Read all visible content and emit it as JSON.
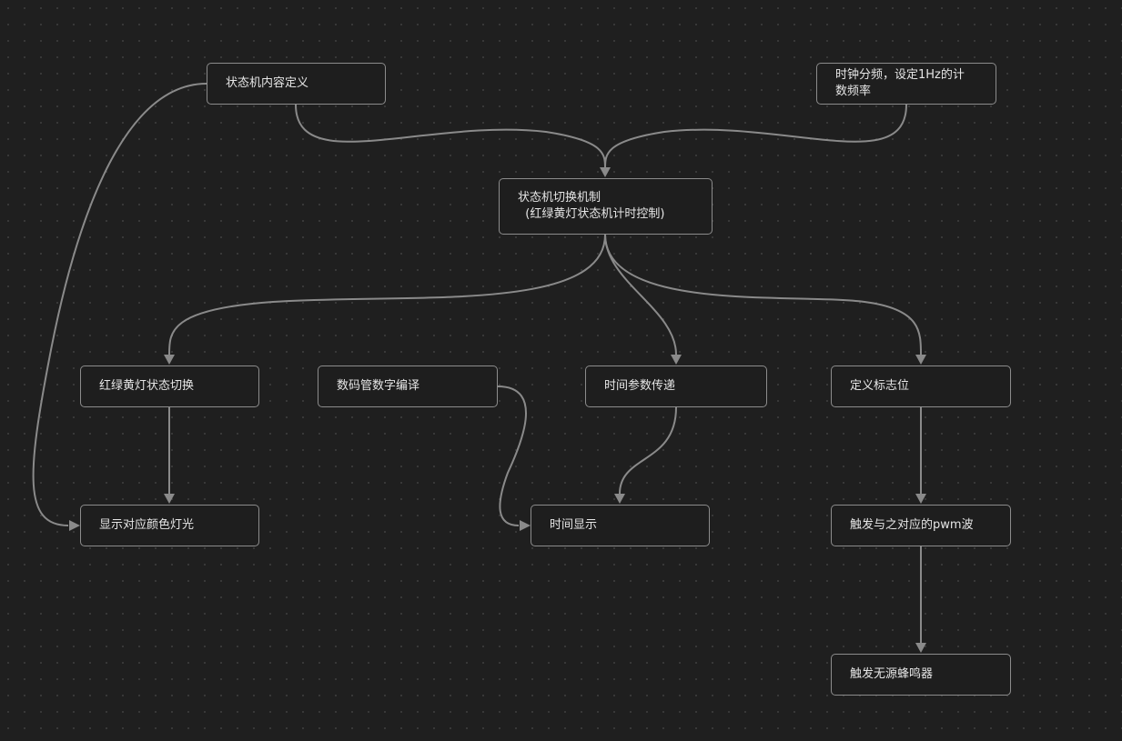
{
  "diagram": {
    "nodes": {
      "fsm_def": "状态机内容定义",
      "clock_div": "时钟分频，设定1Hz的计\n数频率",
      "fsm_switch": "状态机切换机制\n  (红绿黄灯状态机计时控制)",
      "light_switch": "红绿黄灯状态切换",
      "seg_decode": "数码管数字编译",
      "time_param": "时间参数传递",
      "flag_def": "定义标志位",
      "show_light": "显示对应颜色灯光",
      "time_show": "时间显示",
      "pwm": "触发与之对应的pwm波",
      "buzzer": "触发无源蜂鸣器"
    },
    "edges": [
      [
        "fsm_def",
        "fsm_switch"
      ],
      [
        "clock_div",
        "fsm_switch"
      ],
      [
        "fsm_def",
        "show_light"
      ],
      [
        "fsm_switch",
        "light_switch"
      ],
      [
        "fsm_switch",
        "time_param"
      ],
      [
        "fsm_switch",
        "flag_def"
      ],
      [
        "light_switch",
        "show_light"
      ],
      [
        "seg_decode",
        "time_show"
      ],
      [
        "time_param",
        "time_show"
      ],
      [
        "flag_def",
        "pwm"
      ],
      [
        "pwm",
        "buzzer"
      ]
    ],
    "colors": {
      "background": "#1f1f1f",
      "node_border": "#8c8c8c",
      "edge": "#8a8a8a",
      "text": "#e6e6e6"
    }
  }
}
